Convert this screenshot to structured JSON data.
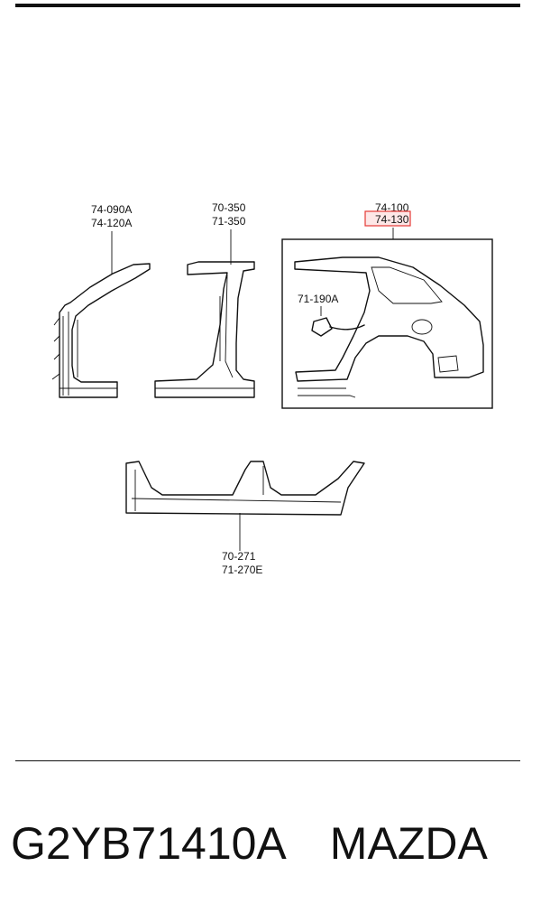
{
  "footer": {
    "part_number": "G2YB71410A",
    "brand": "MAZDA"
  },
  "diagram": {
    "a_pillar": {
      "codes": [
        "74-090A",
        "74-120A"
      ]
    },
    "b_pillar": {
      "codes": [
        "70-350",
        "71-350"
      ]
    },
    "quarter_panel": {
      "codes": [
        "74-100",
        "74-130"
      ],
      "highlighted_code": "74-130",
      "fuel_lid_code": "71-190A"
    },
    "side_sill": {
      "codes": [
        "70-271",
        "71-270E"
      ]
    },
    "highlight_color": "#e53935"
  }
}
